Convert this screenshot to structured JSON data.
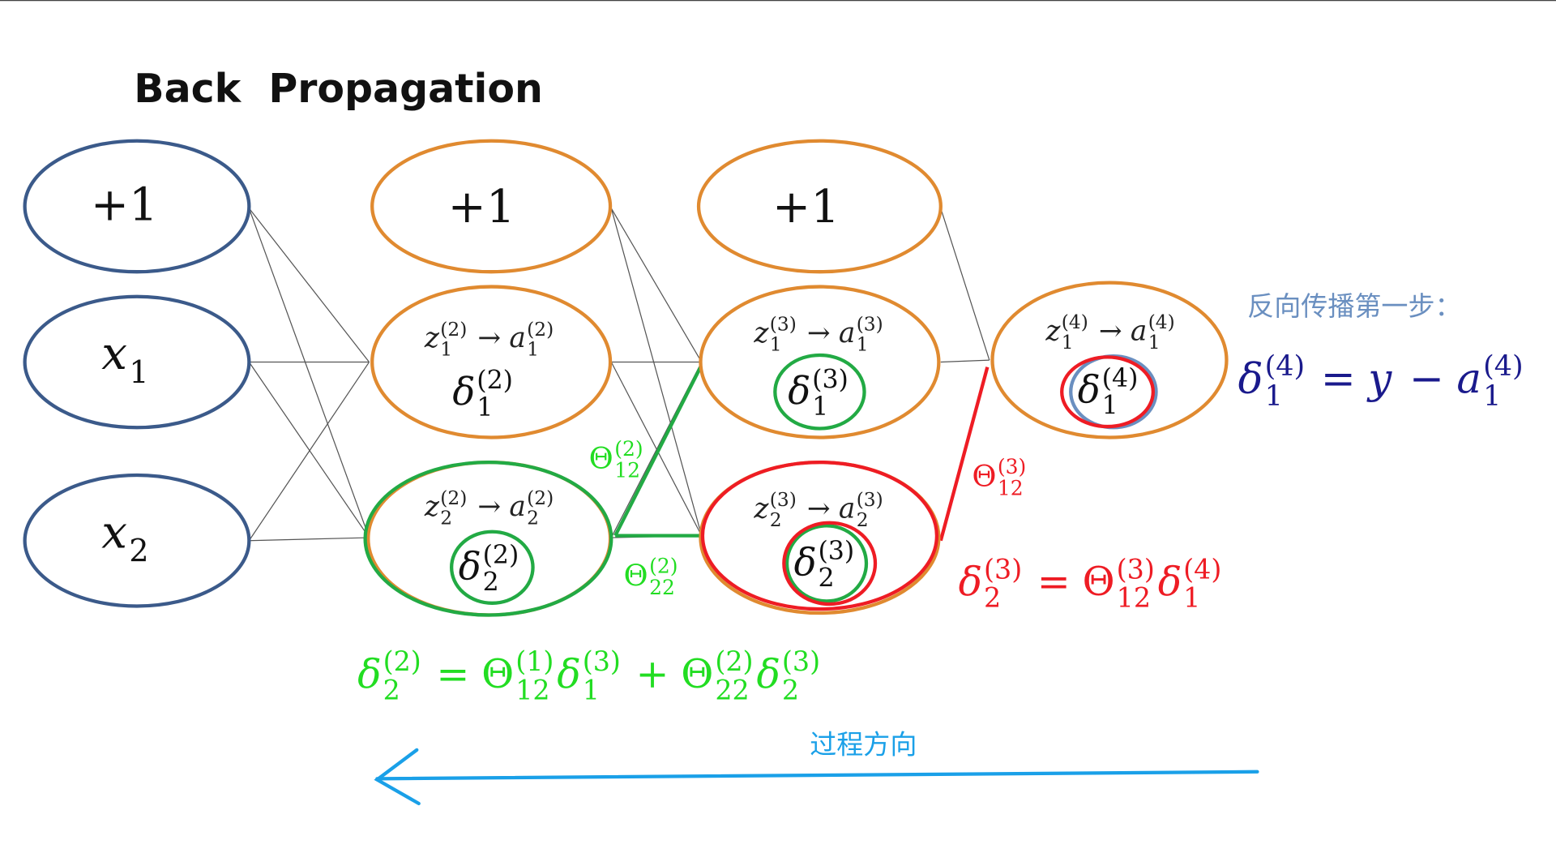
{
  "title": "Back  Propagation",
  "colors": {
    "input": "#3b5a8a",
    "hidden": "#e08a30",
    "green": "#22dd22",
    "green_dark": "#22aa44",
    "red": "#ee1c24",
    "blue_eq": "#1a1a8c",
    "note": "#6a8fc0",
    "arrow": "#1aa0e8"
  },
  "nodes": {
    "l1_bias": [
      {
        "b": "+1",
        "up": true
      }
    ],
    "l1_x1": [
      {
        "b": "x",
        "sub": "1"
      }
    ],
    "l1_x2": [
      {
        "b": "x",
        "sub": "2"
      }
    ],
    "l2_bias": [
      {
        "b": "+1",
        "up": true
      }
    ],
    "l2_n1_top": [
      {
        "b": "z",
        "sup": "(2)",
        "sub": "1"
      },
      {
        "op": "→"
      },
      {
        "b": "a",
        "sup": "(2)",
        "sub": "1"
      }
    ],
    "l2_n1_delta": [
      {
        "b": "δ",
        "sup": "(2)",
        "sub": "1"
      }
    ],
    "l2_n2_top": [
      {
        "b": "z",
        "sup": "(2)",
        "sub": "2"
      },
      {
        "op": "→"
      },
      {
        "b": "a",
        "sup": "(2)",
        "sub": "2"
      }
    ],
    "l2_n2_delta": [
      {
        "b": "δ",
        "sup": "(2)",
        "sub": "2"
      }
    ],
    "l3_bias": [
      {
        "b": "+1",
        "up": true
      }
    ],
    "l3_n1_top": [
      {
        "b": "z",
        "sup": "(3)",
        "sub": "1"
      },
      {
        "op": "→"
      },
      {
        "b": "a",
        "sup": "(3)",
        "sub": "1"
      }
    ],
    "l3_n1_delta": [
      {
        "b": "δ",
        "sup": "(3)",
        "sub": "1"
      }
    ],
    "l3_n2_top": [
      {
        "b": "z",
        "sup": "(3)",
        "sub": "2"
      },
      {
        "op": "→"
      },
      {
        "b": "a",
        "sup": "(3)",
        "sub": "2"
      }
    ],
    "l3_n2_delta": [
      {
        "b": "δ",
        "sup": "(3)",
        "sub": "2"
      }
    ],
    "l4_n1_top": [
      {
        "b": "z",
        "sup": "(4)",
        "sub": "1"
      },
      {
        "op": "→"
      },
      {
        "b": "a",
        "sup": "(4)",
        "sub": "1"
      }
    ],
    "l4_n1_delta": [
      {
        "b": "δ",
        "sup": "(4)",
        "sub": "1"
      }
    ]
  },
  "weights": {
    "theta12_2": [
      {
        "b": "Θ",
        "up": true,
        "sup": "(2)",
        "sub": "12"
      }
    ],
    "theta22_2": [
      {
        "b": "Θ",
        "up": true,
        "sup": "(2)",
        "sub": "22"
      }
    ],
    "theta12_3": [
      {
        "b": "Θ",
        "up": true,
        "sup": "(3)",
        "sub": "12"
      }
    ]
  },
  "equations": {
    "output": [
      {
        "b": "δ",
        "sup": "(4)",
        "sub": "1"
      },
      {
        "op": "="
      },
      {
        "b": "y"
      },
      {
        "op": "−"
      },
      {
        "b": "a",
        "sup": "(4)",
        "sub": "1"
      }
    ],
    "layer3": [
      {
        "b": "δ",
        "sup": "(3)",
        "sub": "2"
      },
      {
        "op": "="
      },
      {
        "b": "Θ",
        "up": true,
        "sup": "(3)",
        "sub": "12"
      },
      {
        "b": "δ",
        "sup": "(4)",
        "sub": "1"
      }
    ],
    "layer2": [
      {
        "b": "δ",
        "sup": "(2)",
        "sub": "2"
      },
      {
        "op": "="
      },
      {
        "b": "Θ",
        "up": true,
        "sup": "(1)",
        "sub": "12"
      },
      {
        "b": "δ",
        "sup": "(3)",
        "sub": "1"
      },
      {
        "op": "+"
      },
      {
        "b": "Θ",
        "up": true,
        "sup": "(2)",
        "sub": "22"
      },
      {
        "b": "δ",
        "sup": "(3)",
        "sub": "2"
      }
    ]
  },
  "note": "反向传播第一步：",
  "direction_label": "过程方向"
}
